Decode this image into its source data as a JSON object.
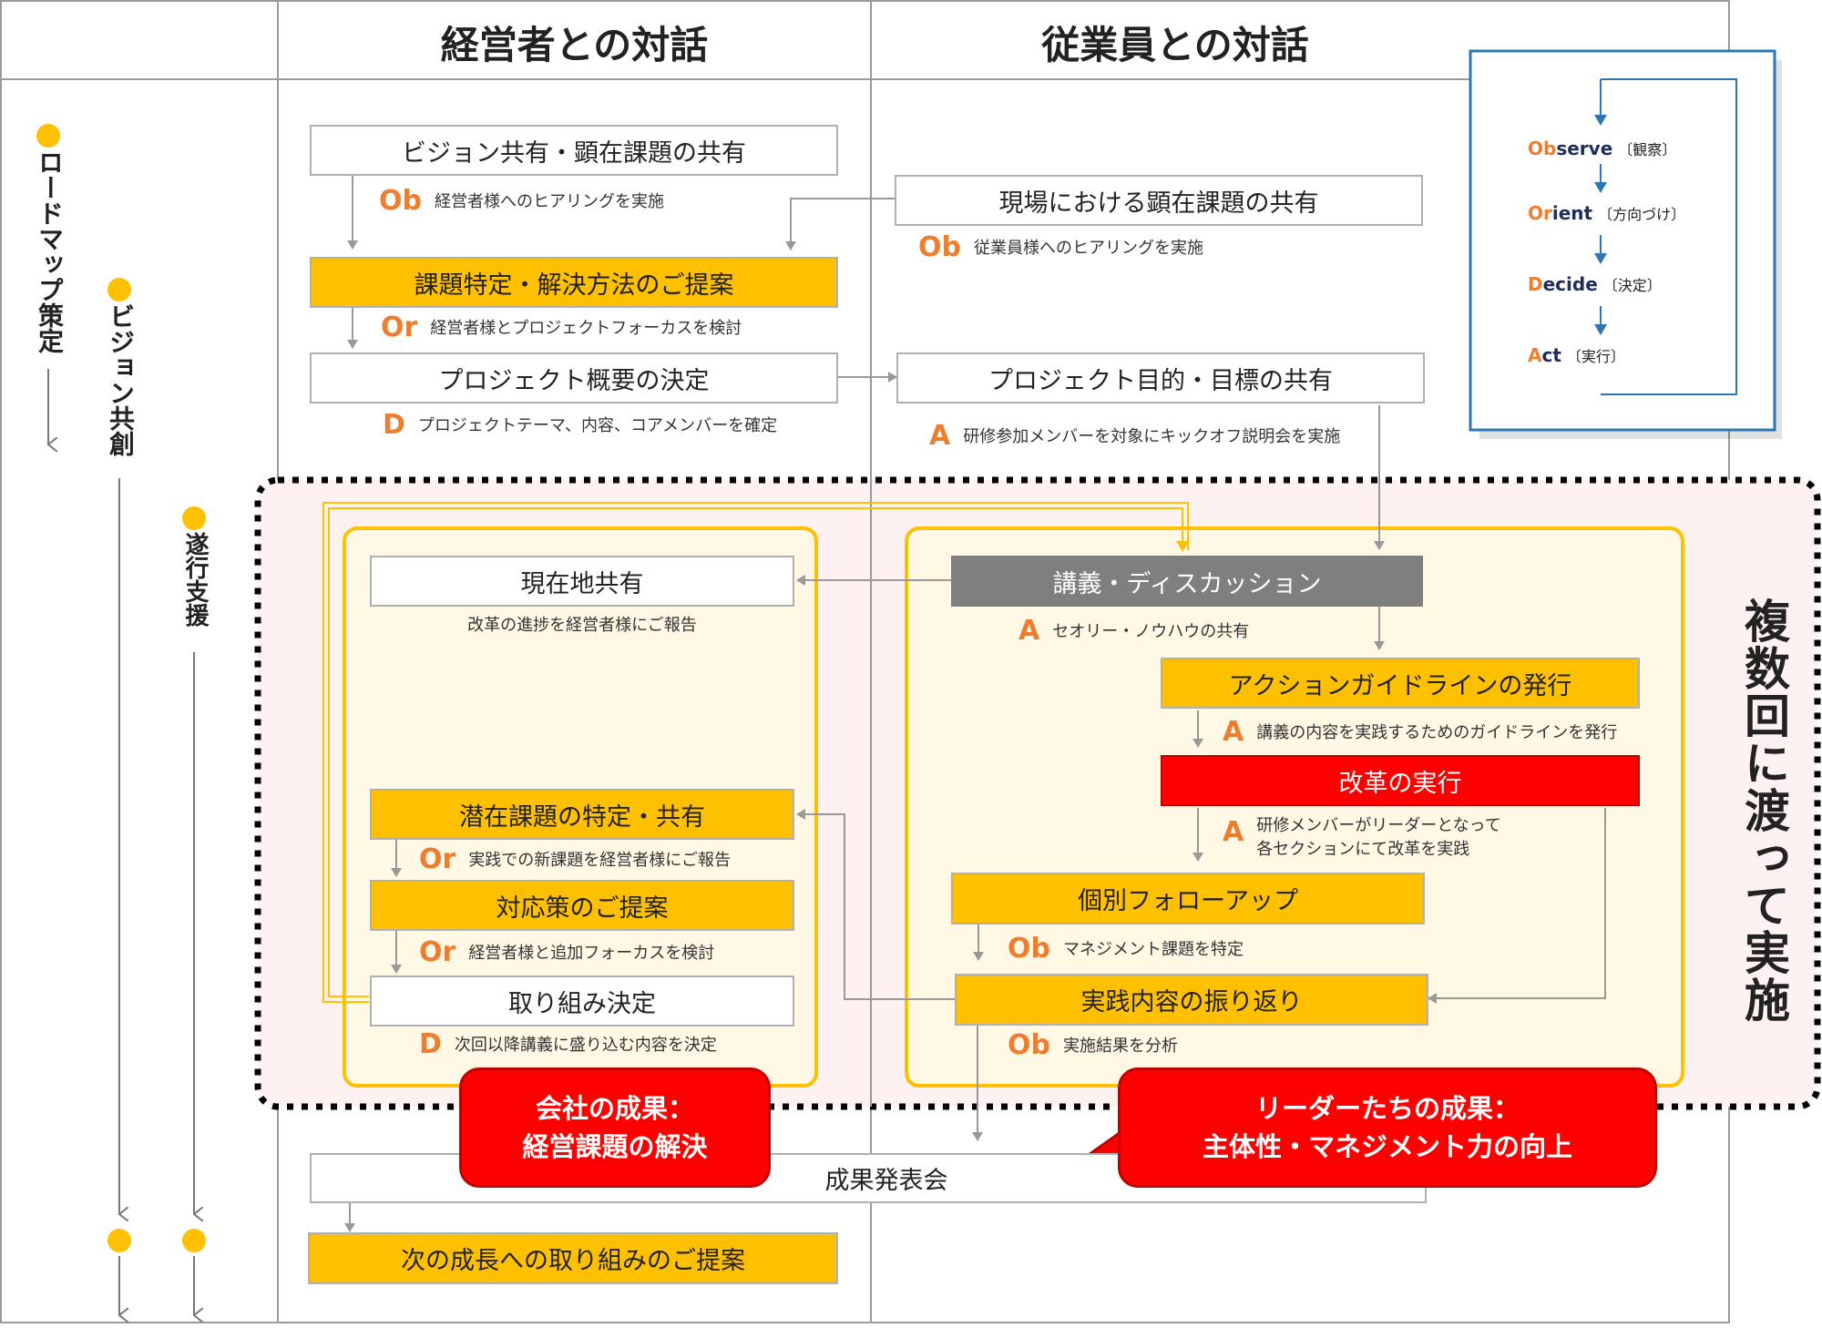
{
  "columns": {
    "executive": "経営者との対話",
    "employee": "従業員との対話"
  },
  "phases": {
    "roadmap": "ロードマップ策定",
    "vision": "ビジョン共創",
    "support": "遂行支援"
  },
  "side_label": "複数回に渡って実施",
  "ooda": {
    "observe": {
      "key": "Ob",
      "rest": "serve",
      "jp": "〔観察〕"
    },
    "orient": {
      "key": "Or",
      "rest": "ient",
      "jp": "〔方向づけ〕"
    },
    "decide": {
      "key": "D",
      "rest": "ecide",
      "jp": "〔決定〕"
    },
    "act": {
      "key": "A",
      "rest": "ct",
      "jp": "〔実行〕"
    }
  },
  "executive_flow": {
    "vision_share": "ビジョン共有・顕在課題の共有",
    "vision_share_note": {
      "tag": "Ob",
      "text": "経営者様へのヒアリングを実施"
    },
    "issue_proposal": "課題特定・解決方法のご提案",
    "issue_proposal_note": {
      "tag": "Or",
      "text": "経営者様とプロジェクトフォーカスを検討"
    },
    "project_decision": "プロジェクト概要の決定",
    "project_decision_note": {
      "tag": "D",
      "text": "プロジェクトテーマ、内容、コアメンバーを確定"
    }
  },
  "employee_flow": {
    "field_issue": "現場における顕在課題の共有",
    "field_issue_note": {
      "tag": "Ob",
      "text": "従業員様へのヒアリングを実施"
    },
    "project_goal": "プロジェクト目的・目標の共有",
    "project_goal_note": {
      "tag": "A",
      "text": "研修参加メンバーを対象にキックオフ説明会を実施"
    }
  },
  "loop_executive": {
    "current_status": "現在地共有",
    "current_status_note": "改革の進捗を経営者様にご報告",
    "latent_issue": "潜在課題の特定・共有",
    "latent_issue_note": {
      "tag": "Or",
      "text": "実践での新課題を経営者様にご報告"
    },
    "countermeasure": "対応策のご提案",
    "countermeasure_note": {
      "tag": "Or",
      "text": "経営者様と追加フォーカスを検討"
    },
    "action_decision": "取り組み決定",
    "action_decision_note": {
      "tag": "D",
      "text": "次回以降講義に盛り込む内容を決定"
    }
  },
  "loop_employee": {
    "lecture": "講義・ディスカッション",
    "lecture_note": {
      "tag": "A",
      "text": "セオリー・ノウハウの共有"
    },
    "guideline": "アクションガイドラインの発行",
    "guideline_note": {
      "tag": "A",
      "text": "講義の内容を実践するためのガイドラインを発行"
    },
    "reform": "改革の実行",
    "reform_note": {
      "tag": "A",
      "line1": "研修メンバーがリーダーとなって",
      "line2": "各セクションにて改革を実践"
    },
    "follow_up": "個別フォローアップ",
    "follow_up_note": {
      "tag": "Ob",
      "text": "マネジメント課題を特定"
    },
    "review": "実践内容の振り返り",
    "review_note": {
      "tag": "Ob",
      "text": "実施結果を分析"
    }
  },
  "outcomes": {
    "company_line1": "会社の成果：",
    "company_line2": "経営課題の解決",
    "leaders_line1": "リーダーたちの成果：",
    "leaders_line2": "主体性・マネジメント力の向上"
  },
  "final": {
    "presentation": "成果発表会",
    "next_proposal": "次の成長への取り組みのご提案"
  },
  "colors": {
    "yellow": "#ffc000",
    "red": "#ff0000",
    "gray": "#7f7f7f",
    "orange": "#ed7d31",
    "blue": "#2e75b6"
  }
}
